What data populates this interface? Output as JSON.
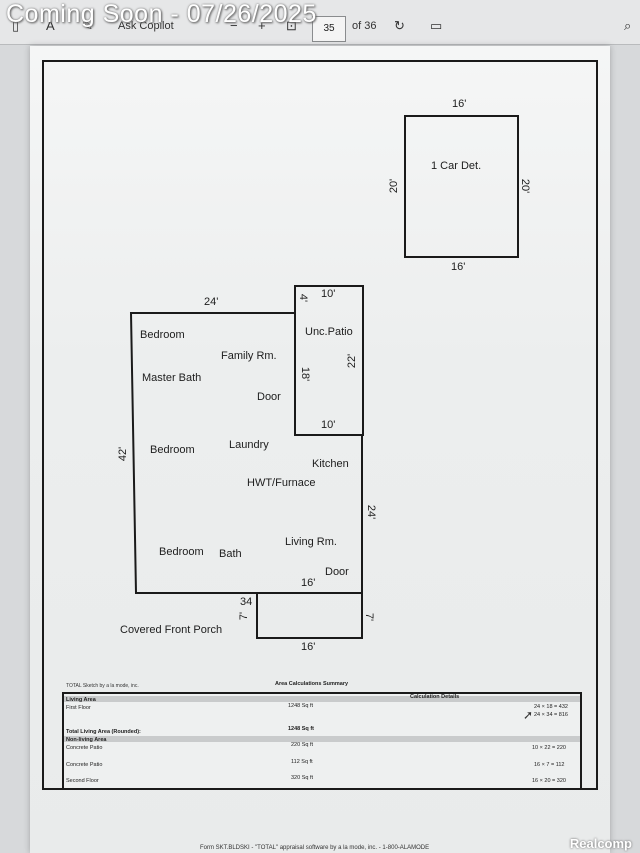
{
  "banner": "Coming Soon - 07/26/2025",
  "toolbar": {
    "copilot_label": "Ask Copilot",
    "page_current": "35",
    "page_total": "of 36",
    "minus": "−",
    "plus": "+"
  },
  "sketch": {
    "credit": "TOTAL Sketch by a la mode, inc.",
    "garage": {
      "label": "1 Car Det.",
      "top": "16'",
      "bottom": "16'",
      "left": "20'",
      "right": "20'"
    },
    "house": {
      "top": "24'",
      "left": "42'",
      "right": "24'",
      "bottom_inner": "16'",
      "patio_top": "10'",
      "patio_bottom": "10'",
      "patio_left_a": "4'",
      "patio_left_b": "18'",
      "patio_right": "22'",
      "porch_bottom": "16'",
      "porch_left": "7'",
      "porch_right": "7'",
      "porch_num": "34"
    },
    "rooms": {
      "bedroom1": "Bedroom",
      "family": "Family Rm.",
      "master_bath": "Master Bath",
      "door1": "Door",
      "unc_patio": "Unc.Patio",
      "bedroom2": "Bedroom",
      "laundry": "Laundry",
      "kitchen": "Kitchen",
      "hwt": "HWT/Furnace",
      "bedroom3": "Bedroom",
      "bath": "Bath",
      "living": "Living Rm.",
      "door2": "Door",
      "porch": "Covered Front Porch"
    }
  },
  "summary": {
    "title": "Area Calculations Summary",
    "living_area": "Living Area",
    "calc_details": "Calculation Details",
    "first_floor": "First Floor",
    "first_floor_sqft": "1248 Sq ft",
    "calc1": "24 × 18 = 432",
    "calc2": "24 × 34 = 816",
    "total_label": "Total Living Area (Rounded):",
    "total_value": "1248 Sq ft",
    "non_living": "Non-living Area",
    "rows": [
      {
        "name": "Concrete Patio",
        "sqft": "220 Sq ft",
        "calc": "10 × 22 = 220"
      },
      {
        "name": "Concrete Patio",
        "sqft": "112 Sq ft",
        "calc": "16 × 7 = 112"
      },
      {
        "name": "Second Floor",
        "sqft": "320 Sq ft",
        "calc": "16 × 20 = 320"
      }
    ]
  },
  "footer": "Form SKT.BLDSKI - \"TOTAL\" appraisal software by a la mode, inc. - 1-800-ALAMODE",
  "watermark": "Realcomp"
}
